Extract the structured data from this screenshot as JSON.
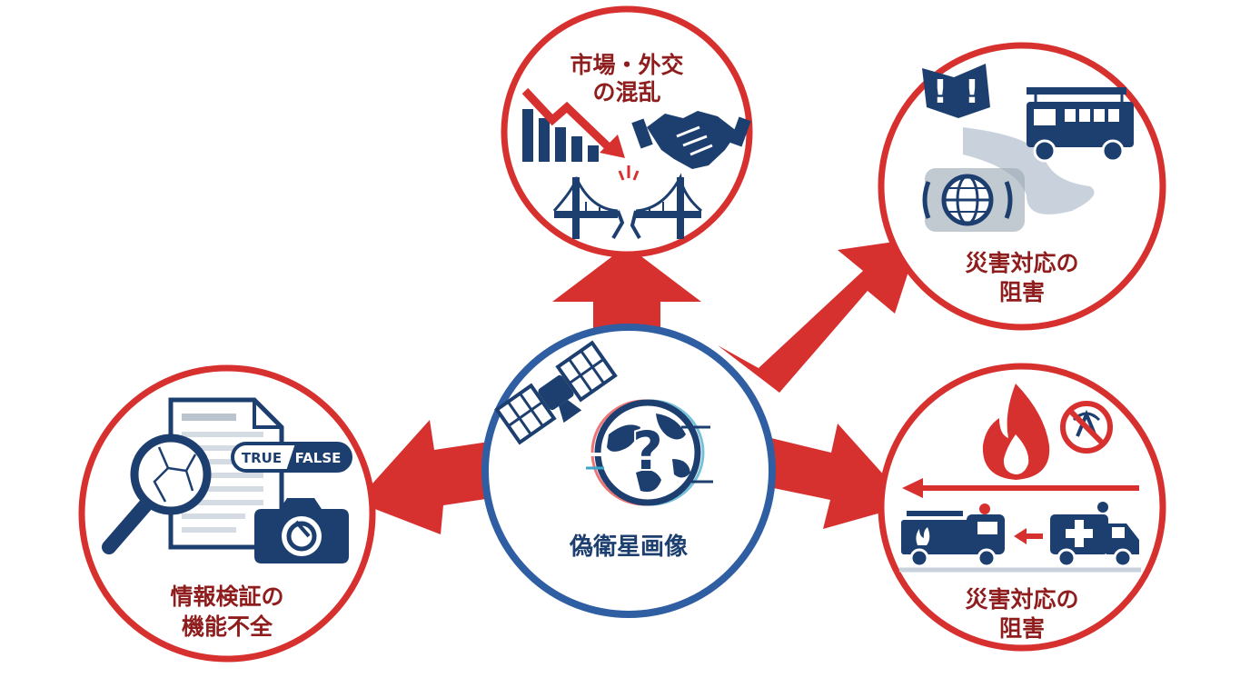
{
  "center": {
    "label": "偽衛星画像"
  },
  "nodes": {
    "top": {
      "label_line1": "市場・外交",
      "label_line2": "の混乱"
    },
    "upper_right": {
      "label_line1": "災害対応の",
      "label_line2": "阻害"
    },
    "lower_right": {
      "label_line1": "災害対応の",
      "label_line2": "阻害"
    },
    "left": {
      "label_line1": "情報検証の",
      "label_line2": "機能不全"
    }
  },
  "badges": {
    "true_label": "TRUE",
    "false_label": "FALSE"
  },
  "colors": {
    "red": "#d7312f",
    "navy": "#1d3f70",
    "center_ring": "#2f5ea3",
    "label_red": "#8f1d1d"
  },
  "icons": [
    "satellite-icon",
    "globe-question-icon",
    "falling-chart-icon",
    "handshake-icon",
    "broken-bridge-icon",
    "warning-map-icon",
    "fire-truck-icon",
    "globe-icon",
    "flame-icon",
    "no-signal-icon",
    "ambulance-icon",
    "document-icon",
    "magnifier-icon",
    "camera-icon"
  ]
}
